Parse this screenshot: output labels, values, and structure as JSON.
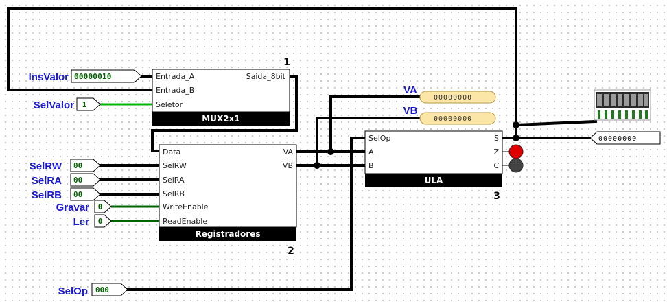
{
  "labels": {
    "insvalor": "InsValor",
    "selvalor": "SelValor",
    "selrw": "SelRW",
    "selra": "SelRA",
    "selrb": "SelRB",
    "gravar": "Gravar",
    "ler": "Ler",
    "selop": "SelOp",
    "va": "VA",
    "vb": "VB"
  },
  "inputs": {
    "insvalor_bits": "00000010",
    "selvalor_bits": "1",
    "selrw_bits": "00",
    "selra_bits": "00",
    "selrb_bits": "00",
    "gravar_bits": "0",
    "ler_bits": "0",
    "selop_bits": "000"
  },
  "probes": {
    "va_bits": "00000000",
    "vb_bits": "00000000"
  },
  "output": {
    "s_bits": "00000000"
  },
  "components": {
    "mux": {
      "name": "MUX2x1",
      "number": "1",
      "port_a": "Entrada_A",
      "port_b": "Entrada_B",
      "port_sel": "Seletor",
      "port_out": "Saida_8bit"
    },
    "regs": {
      "name": "Registradores",
      "number": "2",
      "port_data": "Data",
      "port_selrw": "SelRW",
      "port_selra": "SelRA",
      "port_selrb": "SelRB",
      "port_we": "WriteEnable",
      "port_re": "ReadEnable",
      "port_va": "VA",
      "port_vb": "VB"
    },
    "ula": {
      "name": "ULA",
      "number": "3",
      "port_selop": "SelOp",
      "port_a": "A",
      "port_b": "B",
      "port_s": "S",
      "port_z": "Z",
      "port_c": "C"
    }
  },
  "leds": {
    "z_color": "#e00000",
    "c_color": "#444444"
  }
}
